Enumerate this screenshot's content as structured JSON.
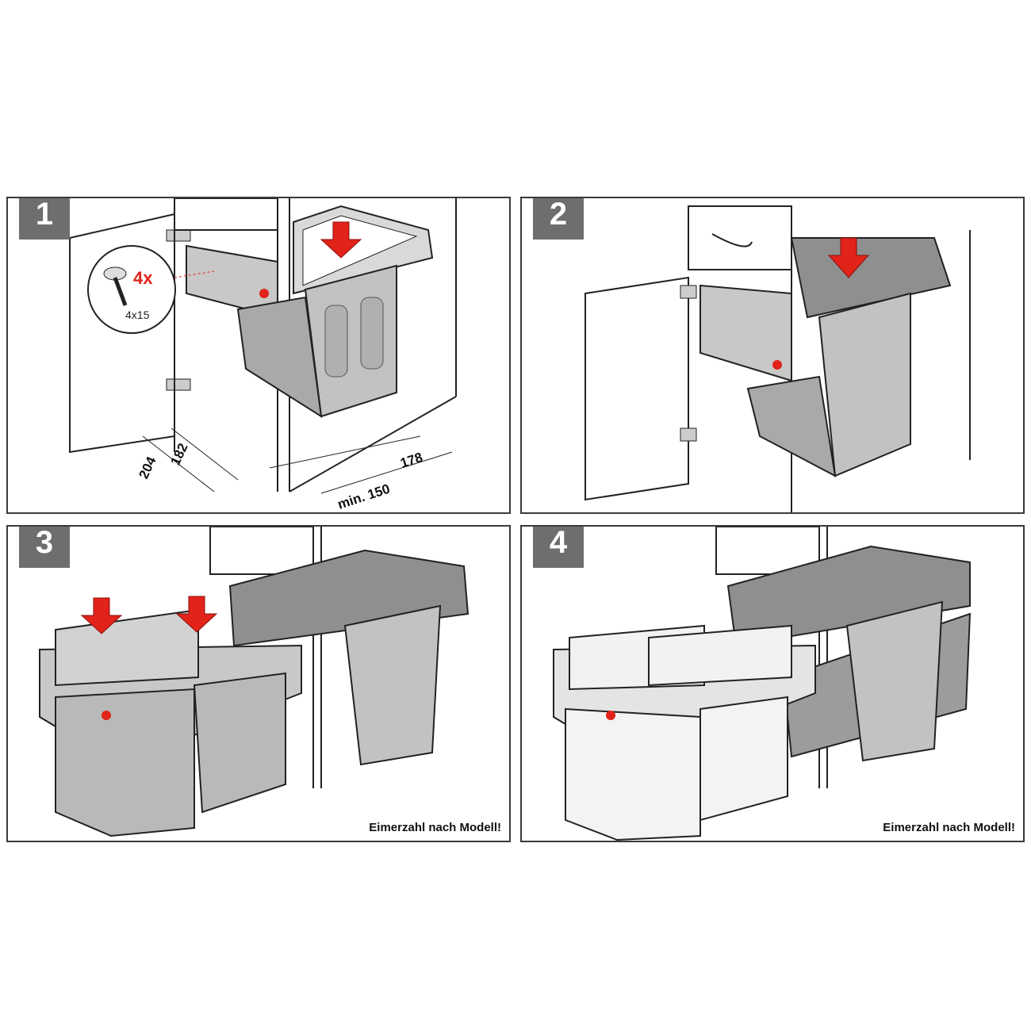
{
  "steps": [
    {
      "number": "1",
      "screw_count": "4x",
      "screw_size": "4x15",
      "dimensions": {
        "d204": "204",
        "d182": "182",
        "d178": "178",
        "min150": "min. 150"
      }
    },
    {
      "number": "2"
    },
    {
      "number": "3",
      "caption": "Eimerzahl nach Modell!"
    },
    {
      "number": "4",
      "caption": "Eimerzahl nach Modell!"
    }
  ],
  "colors": {
    "arrow": "#e2231a",
    "bin": "#b9b9b9",
    "frame": "#8f8f8f",
    "line": "#222222"
  }
}
